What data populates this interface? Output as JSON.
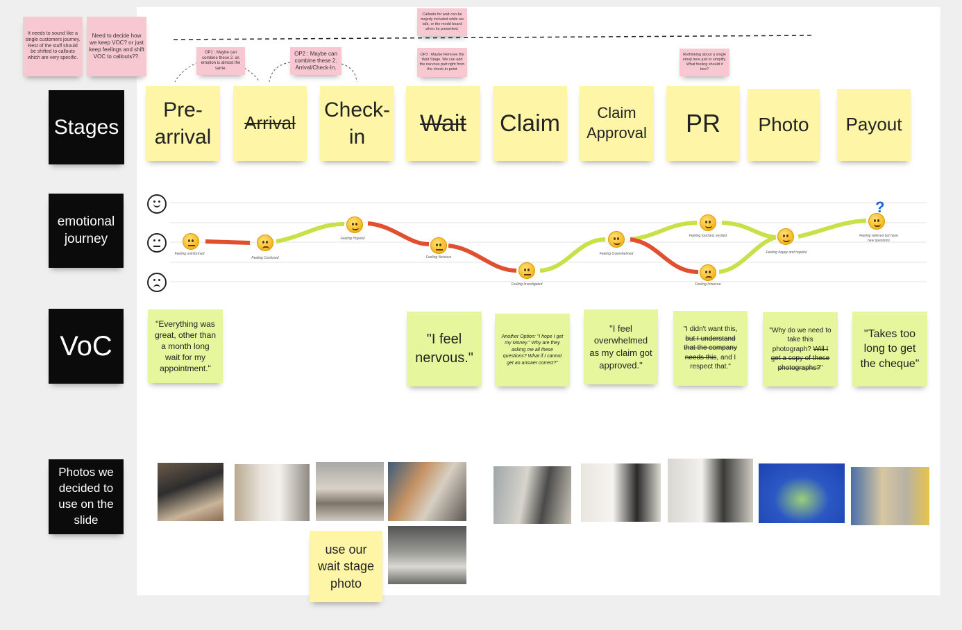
{
  "pink_notes": {
    "n1": "It needs to sound like a single customers journey. Rest of the stuff should be shifted to callouts which are very specific.",
    "n2": "Need to decide how we keep VOC? or just keep feelings and shift VOC to callouts??.",
    "callouts": "Callouts for wait can be majorly included while we talk, or the modd board when its presented.",
    "op1": "OP1 : Maybe can combine these 2. as emotion is almost the same.",
    "op2": "OP2 : Maybe can combine these 2. Arrival/Check-In.",
    "op3": "OP3 : Maybe Remove the Wait Stage. We can add the nervous part right from the check-in point",
    "rethink": "Rethinking about a single emoji here just to simplify. What feeling should it bee?"
  },
  "row_labels": {
    "stages": "Stages",
    "emotional": "emotional journey",
    "voc": "VoC",
    "photos": "Photos we decided to use on the slide"
  },
  "stages": [
    {
      "label": "Pre-arrival"
    },
    {
      "label": "Arrival"
    },
    {
      "label": "Check-in"
    },
    {
      "label": "Wait"
    },
    {
      "label": "Claim"
    },
    {
      "label": "Claim Approval"
    },
    {
      "label": "PR"
    },
    {
      "label": "Photo"
    },
    {
      "label": "Payout"
    }
  ],
  "feelings": {
    "uninformed": "Feeling uninformed",
    "confused": "Feeling Confused",
    "hopeful": "Feeling Hopeful",
    "nervous": "Feeling Nervous",
    "investigated": "Feeling Investigated",
    "overwhelmed": "Feeling Overwhelmed",
    "touched": "Feeling touched, excited",
    "insecure": "Feeling Insecure",
    "happy": "Feeling happy and hopeful",
    "relieved": "Feeling relieved but have new questions"
  },
  "voc": {
    "q1": "\"Everything was great, other than a month long wait for my appointment.\"",
    "q2": "\"I feel nervous.\"",
    "q3": "Another Option: \"I hope I get my Money.\" Why are they asking me all these questions? What if I cannot get an answer correct?\"",
    "q4": "\"I feel overwhelmed as my claim got approved.\"",
    "q5a": "\"I didn't want this, ",
    "q5b": "but I understand that the company needs this",
    "q5c": ", and I respect that.\"",
    "q6a": "\"Why do we need to take this photograph? ",
    "q6b": "Will I get a copy of these photographs?",
    "q6c": "\"",
    "q7": "\"Takes too long to get the cheque\""
  },
  "wait_photo_note": "use our wait stage photo",
  "question_mark": "?",
  "colors": {
    "red": "#e0502e",
    "green": "#c9e049",
    "yellow": "#fef5a6",
    "lightgreen": "#e6f69c",
    "pink": "#f8c8d2"
  }
}
